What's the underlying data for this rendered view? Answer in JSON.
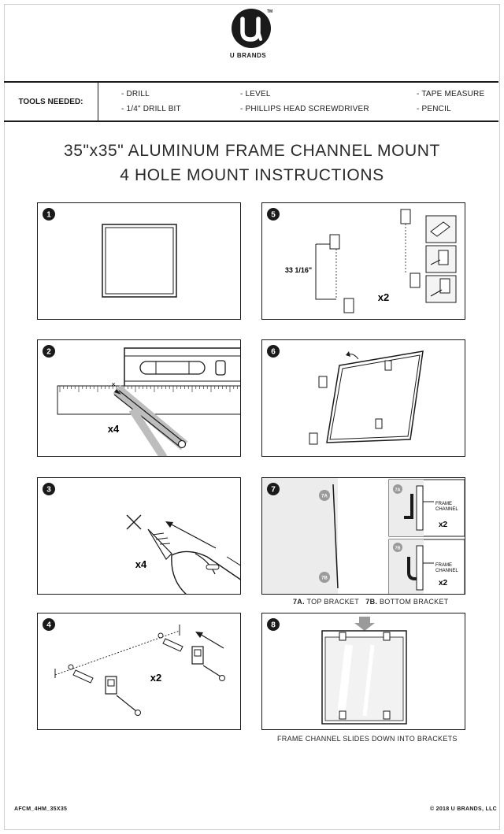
{
  "header": {
    "brand": "U BRANDS",
    "trademark": "TM",
    "logo_icon": "u-brands-logo-icon"
  },
  "tools": {
    "label": "TOOLS NEEDED:",
    "items": [
      "- DRILL",
      "- 1/4\" DRILL BIT",
      "- LEVEL",
      "- PHILLIPS HEAD SCREWDRIVER",
      "- TAPE MEASURE",
      "- PENCIL"
    ]
  },
  "title": {
    "line1": "35\"x35\" ALUMINUM FRAME CHANNEL MOUNT",
    "line2": "4 HOLE MOUNT INSTRUCTIONS"
  },
  "steps": {
    "s1": {
      "number": "1"
    },
    "s2": {
      "number": "2",
      "count": "x4"
    },
    "s3": {
      "number": "3",
      "count": "x4"
    },
    "s4": {
      "number": "4",
      "count": "x2"
    },
    "s5": {
      "number": "5",
      "measurement": "33 1/16\"",
      "count": "x2"
    },
    "s6": {
      "number": "6"
    },
    "s7": {
      "number": "7",
      "badge_a": "7A",
      "badge_b": "7B",
      "channel_line1": "FRAME",
      "channel_line2": "CHANNEL",
      "count_a": "x2",
      "count_b": "x2",
      "caption_a_code": "7A.",
      "caption_a_text": "TOP BRACKET",
      "caption_b_code": "7B.",
      "caption_b_text": "BOTTOM BRACKET"
    },
    "s8": {
      "number": "8",
      "caption": "FRAME CHANNEL SLIDES DOWN INTO BRACKETS"
    }
  },
  "footer": {
    "code": "AFCM_4HM_35X35",
    "copyright": "© 2018 U BRANDS, LLC"
  },
  "colors": {
    "ink": "#1a1a1a",
    "accent_gray": "#9a9a9a"
  }
}
